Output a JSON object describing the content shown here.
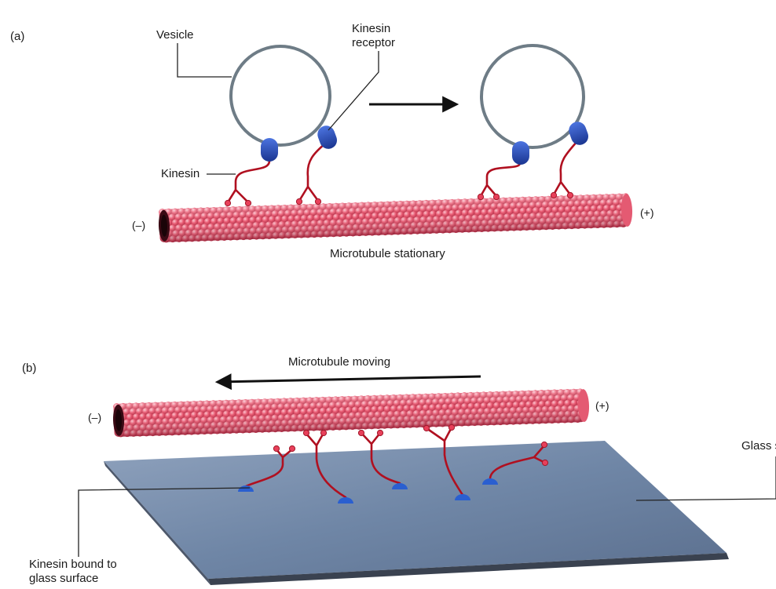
{
  "panel_a": {
    "label": "(a)",
    "vesicle_label": "Vesicle",
    "receptor_label_line1": "Kinesin",
    "receptor_label_line2": "receptor",
    "kinesin_label": "Kinesin",
    "minus_label": "(–)",
    "plus_label": "(+)",
    "caption": "Microtubule stationary"
  },
  "panel_b": {
    "label": "(b)",
    "caption": "Microtubule moving",
    "minus_label": "(–)",
    "plus_label": "(+)",
    "glass_label": "Glass s",
    "bound_label_line1": "Kinesin bound to",
    "bound_label_line2": "glass surface"
  },
  "colors": {
    "microtubule": "#e0506a",
    "microtubule_highlight": "#f7a7b5",
    "kinesin": "#b01020",
    "kinesin_head": "#e8405a",
    "receptor": "#2a4fc0",
    "vesicle": "#6e7c86",
    "glass": "#6f86a6",
    "glass_edge": "#3a4250"
  }
}
